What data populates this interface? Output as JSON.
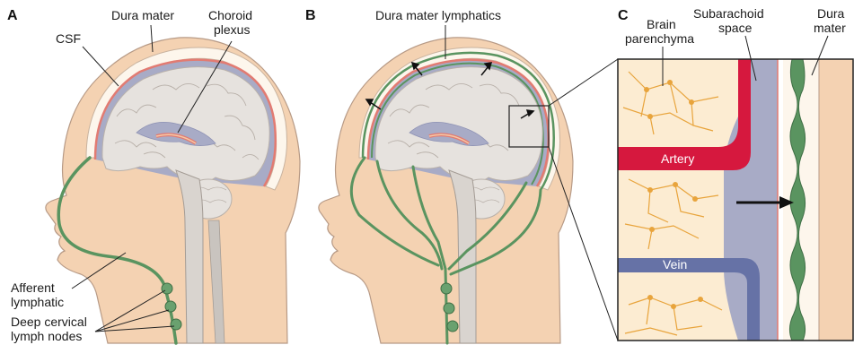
{
  "panels": {
    "a": "A",
    "b": "B",
    "c": "C"
  },
  "labels": {
    "a_dura": "Dura mater",
    "a_choroid_1": "Choroid",
    "a_choroid_2": "plexus",
    "a_csf": "CSF",
    "a_afferent_1": "Afferent",
    "a_afferent_2": "lymphatic",
    "a_nodes_1": "Deep cervical",
    "a_nodes_2": "lymph nodes",
    "b_dura_lymph": "Dura mater lymphatics",
    "c_brain_1": "Brain",
    "c_brain_2": "parenchyma",
    "c_sub_1": "Subarachoid",
    "c_sub_2": "space",
    "c_dura_1": "Dura",
    "c_dura_2": "mater",
    "c_artery": "Artery",
    "c_vein": "Vein"
  },
  "colors": {
    "skin": "#f4d2b2",
    "skin_outline": "#b79a86",
    "skull": "#fdf6ec",
    "brain": "#e6e2de",
    "csf": "#a8abc6",
    "dura_red": "#e27b72",
    "lymph_green": "#5a9460",
    "artery": "#d6183e",
    "vein": "#6672a6",
    "parenchyma": "#fcecd2",
    "neuron": "#e8a43c"
  }
}
